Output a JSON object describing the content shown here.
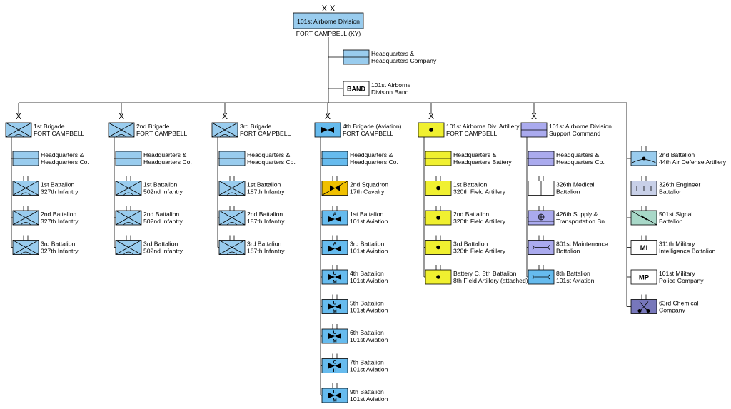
{
  "division": {
    "echelon": "X X",
    "name": "101st Airborne Division",
    "location": "FORT CAMPBELL (KY)",
    "color": "#99ccee"
  },
  "division_units": [
    {
      "lines": [
        "Headquarters &",
        "Headquarters Company"
      ],
      "symbol": "hq",
      "color": "#99ccee"
    },
    {
      "lines": [
        "101st Airborne",
        "Division Band"
      ],
      "symbol": "band",
      "text": "BAND",
      "color": "#ffffff"
    }
  ],
  "columns": [
    {
      "echelon": "X",
      "title": [
        "1st Brigade",
        "FORT CAMPBELL"
      ],
      "symbol": "inf",
      "color": "#99ccee",
      "units": [
        {
          "lines": [
            "Headquarters &",
            "Headquarters Co."
          ],
          "symbol": "hq",
          "color": "#99ccee"
        },
        {
          "lines": [
            "1st Battalion",
            "327th Infantry"
          ],
          "symbol": "inf",
          "color": "#99ccee"
        },
        {
          "lines": [
            "2nd Battalion",
            "327th Infantry"
          ],
          "symbol": "inf",
          "color": "#99ccee"
        },
        {
          "lines": [
            "3rd Battalion",
            "327th Infantry"
          ],
          "symbol": "inf",
          "color": "#99ccee"
        }
      ]
    },
    {
      "echelon": "X",
      "title": [
        "2nd Brigade",
        "FORT CAMPBELL"
      ],
      "symbol": "inf",
      "color": "#99ccee",
      "units": [
        {
          "lines": [
            "Headquarters &",
            "Headquarters Co."
          ],
          "symbol": "hq",
          "color": "#99ccee"
        },
        {
          "lines": [
            "1st Battalion",
            "502nd Infantry"
          ],
          "symbol": "inf",
          "color": "#99ccee"
        },
        {
          "lines": [
            "2nd Battalion",
            "502nd Infantry"
          ],
          "symbol": "inf",
          "color": "#99ccee"
        },
        {
          "lines": [
            "3rd Battalion",
            "502nd Infantry"
          ],
          "symbol": "inf",
          "color": "#99ccee"
        }
      ]
    },
    {
      "echelon": "X",
      "title": [
        "3rd Brigade",
        "FORT CAMPBELL"
      ],
      "symbol": "inf",
      "color": "#99ccee",
      "units": [
        {
          "lines": [
            "Headquarters &",
            "Headquarters Co."
          ],
          "symbol": "hq",
          "color": "#99ccee"
        },
        {
          "lines": [
            "1st Battalion",
            "187th Infantry"
          ],
          "symbol": "inf",
          "color": "#99ccee"
        },
        {
          "lines": [
            "2nd Battalion",
            "187th Infantry"
          ],
          "symbol": "inf",
          "color": "#99ccee"
        },
        {
          "lines": [
            "3rd Battalion",
            "187th Infantry"
          ],
          "symbol": "inf",
          "color": "#99ccee"
        }
      ]
    },
    {
      "echelon": "X",
      "title": [
        "4th Brigade (Aviation)",
        "FORT CAMPBELL"
      ],
      "symbol": "avn",
      "color": "#66bbee",
      "units": [
        {
          "lines": [
            "Headquarters &",
            "Headquarters Co."
          ],
          "symbol": "hq",
          "color": "#66bbee"
        },
        {
          "lines": [
            "2nd Squadron",
            "17th Cavalry"
          ],
          "symbol": "cav",
          "color": "#f0c000"
        },
        {
          "lines": [
            "1st Battalion",
            "101st Aviation"
          ],
          "symbol": "avn",
          "text": "A",
          "color": "#66bbee"
        },
        {
          "lines": [
            "3rd Battalion",
            "101st Aviation"
          ],
          "symbol": "avn",
          "text": "A",
          "color": "#66bbee"
        },
        {
          "lines": [
            "4th Battalion",
            "101st Aviation"
          ],
          "symbol": "avn2",
          "text": "U",
          "text2": "M",
          "color": "#66bbee"
        },
        {
          "lines": [
            "5th Battalion",
            "101st Aviation"
          ],
          "symbol": "avn2",
          "text": "U",
          "text2": "M",
          "color": "#66bbee"
        },
        {
          "lines": [
            "6th Battalion",
            "101st Aviation"
          ],
          "symbol": "avn2",
          "text": "U",
          "text2": "M",
          "color": "#66bbee"
        },
        {
          "lines": [
            "7th Battalion",
            "101st Aviation"
          ],
          "symbol": "avn2",
          "text": "C",
          "text2": "H",
          "color": "#66bbee"
        },
        {
          "lines": [
            "9th Battalion",
            "101st Aviation"
          ],
          "symbol": "avn2",
          "text": "U",
          "text2": "M",
          "color": "#66bbee"
        }
      ]
    },
    {
      "echelon": "X",
      "title": [
        "101st Airborne Div. Artillery",
        "FORT CAMPBELL"
      ],
      "symbol": "art",
      "color": "#f0f030",
      "units": [
        {
          "lines": [
            "Headquarters &",
            "Headquarters Battery"
          ],
          "symbol": "hq",
          "color": "#f0f030"
        },
        {
          "lines": [
            "1st Battalion",
            "320th Field Artillery"
          ],
          "symbol": "art",
          "color": "#f0f030"
        },
        {
          "lines": [
            "2nd Battalion",
            "320th Field Artillery"
          ],
          "symbol": "art",
          "color": "#f0f030"
        },
        {
          "lines": [
            "3rd Battalion",
            "320th Field Artillery"
          ],
          "symbol": "art",
          "color": "#f0f030"
        },
        {
          "lines": [
            "Battery C, 5th Battalion",
            "8th Field Artillery (attached)"
          ],
          "symbol": "art",
          "color": "#f0f030"
        }
      ]
    },
    {
      "echelon": "X",
      "title": [
        "101st Airborne Division",
        "Support Command"
      ],
      "symbol": "hq",
      "color": "#aaaaee",
      "units": [
        {
          "lines": [
            "Headquarters &",
            "Headquarters Co."
          ],
          "symbol": "hq",
          "color": "#aaaaee"
        },
        {
          "lines": [
            "326th Medical",
            "Battalion"
          ],
          "symbol": "med",
          "color": "#ffffff"
        },
        {
          "lines": [
            "426th Supply &",
            "Transportation Bn."
          ],
          "symbol": "sup",
          "color": "#aaaaee"
        },
        {
          "lines": [
            "801st Maintenance",
            "Battalion"
          ],
          "symbol": "mnt",
          "color": "#aaaaee"
        },
        {
          "lines": [
            "8th Battalion",
            "101st Aviation"
          ],
          "symbol": "mnt",
          "color": "#66bbee"
        }
      ]
    }
  ],
  "right_units": [
    {
      "lines": [
        "2nd Battalion",
        "44th Air Defense Artillery"
      ],
      "symbol": "ada",
      "color": "#99ccee"
    },
    {
      "lines": [
        "326th Engineer",
        "Battalion"
      ],
      "symbol": "eng",
      "color": "#c8d0e8"
    },
    {
      "lines": [
        "501st Signal",
        "Battalion"
      ],
      "symbol": "sig",
      "color": "#a8d8c8"
    },
    {
      "lines": [
        "311th Military",
        "Intelligence Battalion"
      ],
      "symbol": "text",
      "text": "MI",
      "color": "#ffffff"
    },
    {
      "lines": [
        "101st Military",
        "Police Company"
      ],
      "symbol": "text",
      "text": "MP",
      "color": "#ffffff"
    },
    {
      "lines": [
        "63rd Chemical",
        "Company"
      ],
      "symbol": "chem",
      "color": "#7777bb"
    }
  ]
}
